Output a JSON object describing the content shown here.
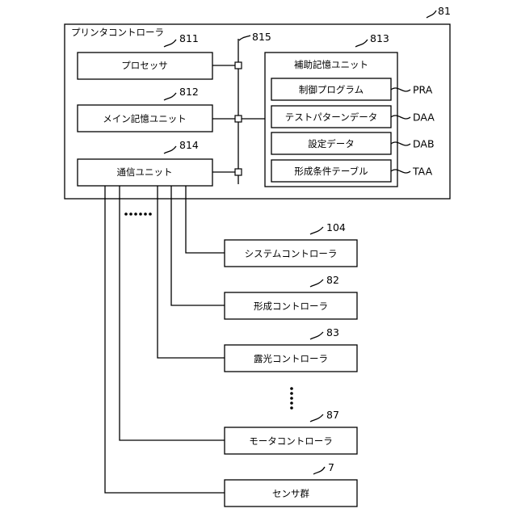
{
  "printer_controller": {
    "label": "プリンタコントローラ",
    "ref": "81"
  },
  "processor": {
    "label": "プロセッサ",
    "ref": "811"
  },
  "main_storage": {
    "label": "メイン記憶ユニット",
    "ref": "812"
  },
  "comm_unit": {
    "label": "通信ユニット",
    "ref": "814"
  },
  "bus": {
    "ref": "815"
  },
  "aux_storage": {
    "label": "補助記憶ユニット",
    "ref": "813",
    "items": [
      {
        "label": "制御プログラム",
        "tag": "PRA"
      },
      {
        "label": "テストパターンデータ",
        "tag": "DAA"
      },
      {
        "label": "設定データ",
        "tag": "DAB"
      },
      {
        "label": "形成条件テーブル",
        "tag": "TAA"
      }
    ]
  },
  "peripherals": [
    {
      "label": "システムコントローラ",
      "ref": "104"
    },
    {
      "label": "形成コントローラ",
      "ref": "82"
    },
    {
      "label": "露光コントローラ",
      "ref": "83"
    },
    {
      "label": "モータコントローラ",
      "ref": "87"
    },
    {
      "label": "センサ群",
      "ref": "7"
    }
  ]
}
